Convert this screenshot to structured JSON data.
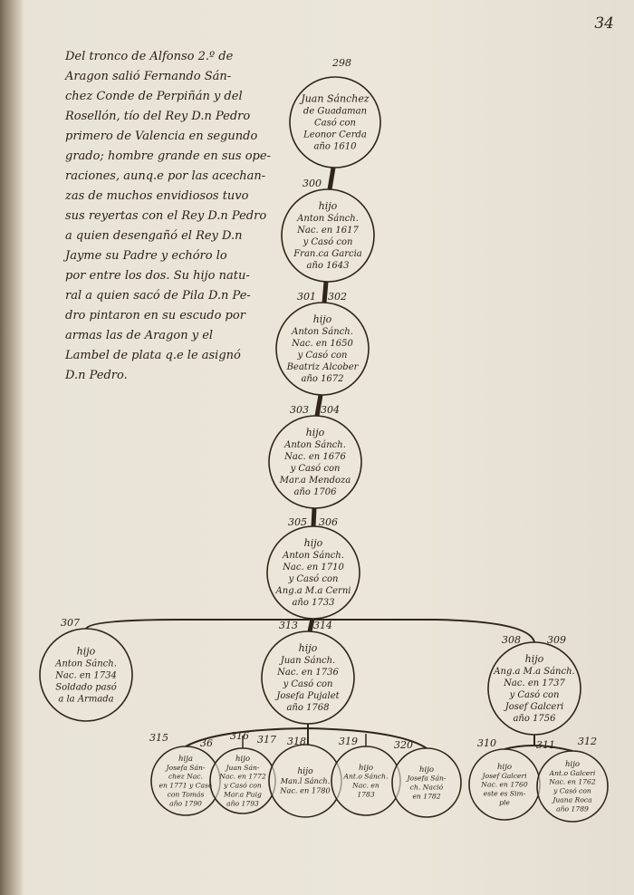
{
  "folio": "34",
  "narrative": [
    "Del tronco de Alfonso 2.º de",
    "Aragon salió Fernando Sán-",
    "chez Conde de Perpiñán y del",
    "Rosellón, tío del Rey D.n Pedro",
    "primero de Valencia en segundo",
    "grado; hombre grande en sus ope-",
    "raciones, aunq.e por las acechan-",
    "zas de muchos envidiosos tuvo",
    "sus reyertas con el Rey D.n Pedro",
    "a quien desengañó el Rey D.n",
    "Jayme su Padre y echóro lo",
    "por entre los dos. Su hijo natu-",
    "ral a quien sacó de Pila D.n Pe-",
    "dro pintaron en su escudo por",
    "armas las de Aragon y el",
    "Lambel de plata q.e le asignó",
    "D.n Pedro."
  ],
  "persons": [
    {
      "id": "p298",
      "numbers": [
        "298"
      ],
      "lines": [
        "Juan Sánchez",
        "de Guadaman",
        "Casó con",
        "Leonor Cerda",
        "año 1610"
      ]
    },
    {
      "id": "p299",
      "numbers": [
        "300"
      ],
      "lines": [
        "hijo",
        "Anton Sánch.",
        "Nac. en 1617",
        "y Casó con",
        "Fran.ca Garcia",
        "año 1643"
      ]
    },
    {
      "id": "p301",
      "numbers": [
        "301",
        "302"
      ],
      "lines": [
        "hijo",
        "Anton Sánch.",
        "Nac. en 1650",
        "y Casó con",
        "Beatriz Alcober",
        "año 1672"
      ]
    },
    {
      "id": "p303",
      "numbers": [
        "303",
        "304"
      ],
      "lines": [
        "hijo",
        "Anton Sánch.",
        "Nac. en 1676",
        "y Casó con",
        "Mar.a Mendoza",
        "año 1706"
      ]
    },
    {
      "id": "p305",
      "numbers": [
        "305",
        "306"
      ],
      "lines": [
        "hijo",
        "Anton Sánch.",
        "Nac. en 1710",
        "y Casó con",
        "Ang.a M.a Cerni",
        "año 1733"
      ]
    },
    {
      "id": "p307",
      "numbers": [
        "307"
      ],
      "lines": [
        "hijo",
        "Anton Sánch.",
        "Nac. en 1734",
        "Soldado pasó",
        "a la Armada"
      ]
    },
    {
      "id": "p313",
      "numbers": [
        "313",
        "314"
      ],
      "lines": [
        "hijo",
        "Juan Sánch.",
        "Nac. en 1736",
        "y Casó con",
        "Josefa Pujalet",
        "año 1768"
      ]
    },
    {
      "id": "p308",
      "numbers": [
        "308",
        "309"
      ],
      "lines": [
        "hijo",
        "Ang.a M.a Sánch.",
        "Nac. en 1737",
        "y Casó con",
        "Josef Galceri",
        "año 1756"
      ]
    },
    {
      "id": "p315",
      "numbers": [
        "315",
        "36"
      ],
      "lines": [
        "hija",
        "Josefa Sán-",
        "chez Nac.",
        "en 1771 y Casó",
        "con Tomás",
        "año 1790"
      ]
    },
    {
      "id": "p316",
      "numbers": [
        "316",
        "317"
      ],
      "lines": [
        "hijo",
        "Juan Sán-",
        "Nac. en 1772",
        "y Casó con",
        "Mar.a Puig",
        "año 1793"
      ]
    },
    {
      "id": "p318",
      "numbers": [
        "318"
      ],
      "lines": [
        "hijo",
        "Man.l Sánch.",
        "Nac. en 1780"
      ]
    },
    {
      "id": "p319",
      "numbers": [
        "319"
      ],
      "lines": [
        "hijo",
        "Ant.o Sánch.",
        "Nac. en",
        "1783"
      ]
    },
    {
      "id": "p320",
      "numbers": [
        "320"
      ],
      "lines": [
        "hijo",
        "Josefa Sán-",
        "ch. Nació",
        "en 1782"
      ]
    },
    {
      "id": "p310",
      "numbers": [
        "310"
      ],
      "lines": [
        "hijo",
        "Josef Galceri",
        "Nac. en 1760",
        "este es Sim-",
        "ple"
      ]
    },
    {
      "id": "p311",
      "numbers": [
        "311",
        "312"
      ],
      "lines": [
        "hijo",
        "Ant.o Galceri",
        "Nac. en 1762",
        "y Casó con",
        "Juana Roca",
        "año 1789"
      ]
    }
  ]
}
